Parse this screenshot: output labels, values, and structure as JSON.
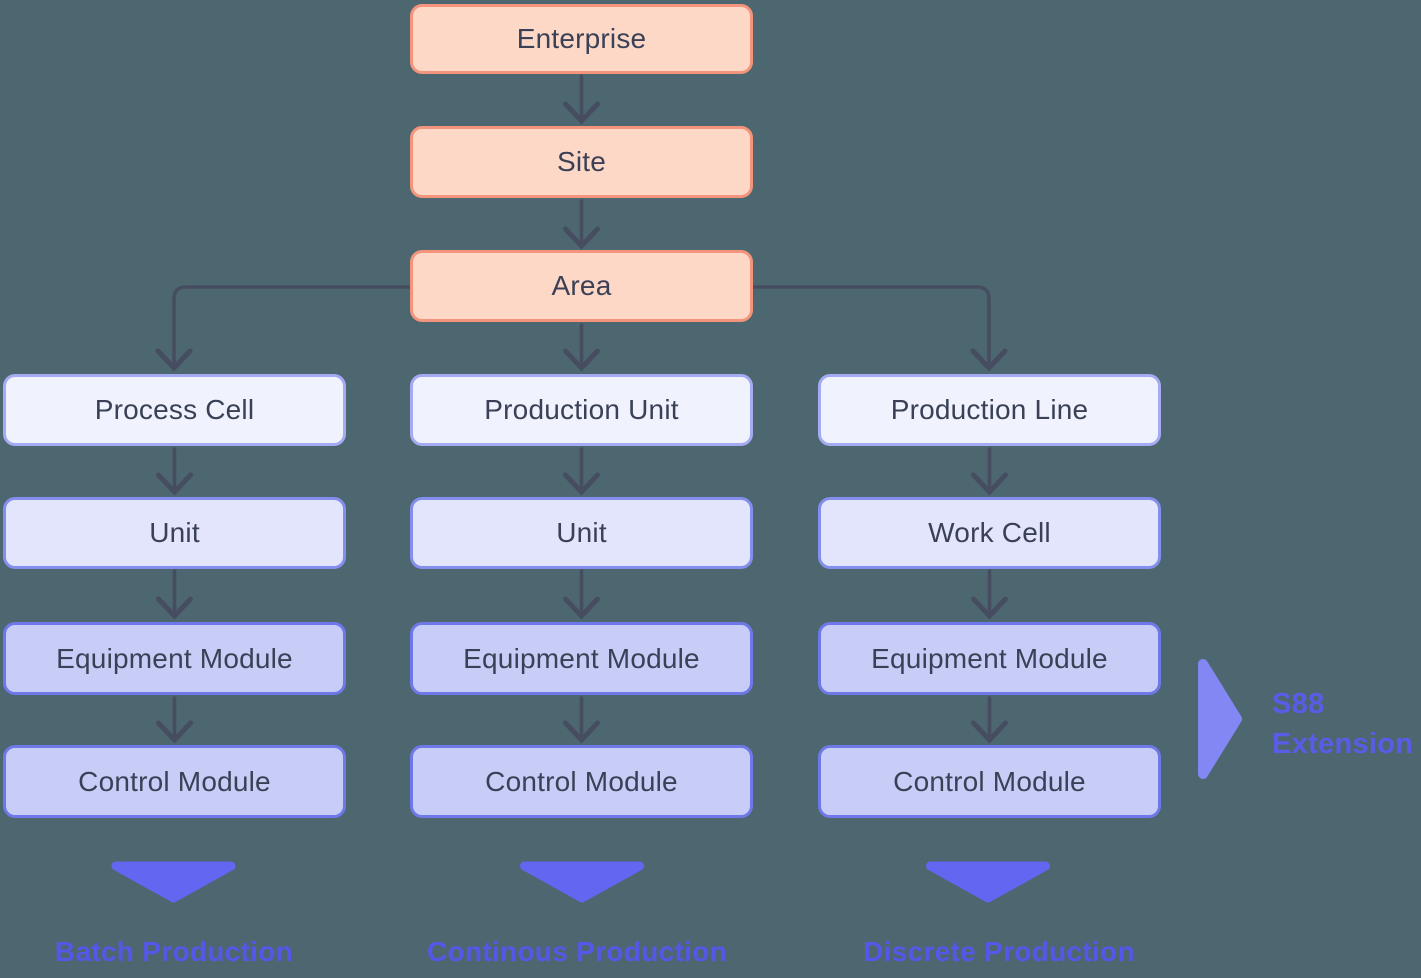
{
  "palette": {
    "background": "#4C6770",
    "peach_fill": "#FDD8C7",
    "peach_border": "#F4947C",
    "level1_fill": "#F0F2FE",
    "level1_border": "#A5ABF3",
    "level2_fill": "#E2E5FC",
    "level2_border": "#848EED",
    "level3_fill": "#C8CDF8",
    "level3_border": "#6E78E8",
    "box_text": "#3A4156",
    "connector": "#474D60",
    "accent_purple": "#6266F0",
    "label_purple": "#5457E8",
    "right_arrow": "#8287F4",
    "annotation_text": "#5A5CE8"
  },
  "hierarchy": {
    "top": [
      {
        "label": "Enterprise"
      },
      {
        "label": "Site"
      },
      {
        "label": "Area"
      }
    ],
    "columns": [
      {
        "levels": [
          "Process Cell",
          "Unit",
          "Equipment Module",
          "Control Module"
        ],
        "result": "Batch Production"
      },
      {
        "levels": [
          "Production Unit",
          "Unit",
          "Equipment Module",
          "Control Module"
        ],
        "result": "Continous Production"
      },
      {
        "levels": [
          "Production Line",
          "Work Cell",
          "Equipment Module",
          "Control Module"
        ],
        "result": "Discrete Production"
      }
    ]
  },
  "annotation": {
    "line1": "S88",
    "line2": "Extension"
  }
}
